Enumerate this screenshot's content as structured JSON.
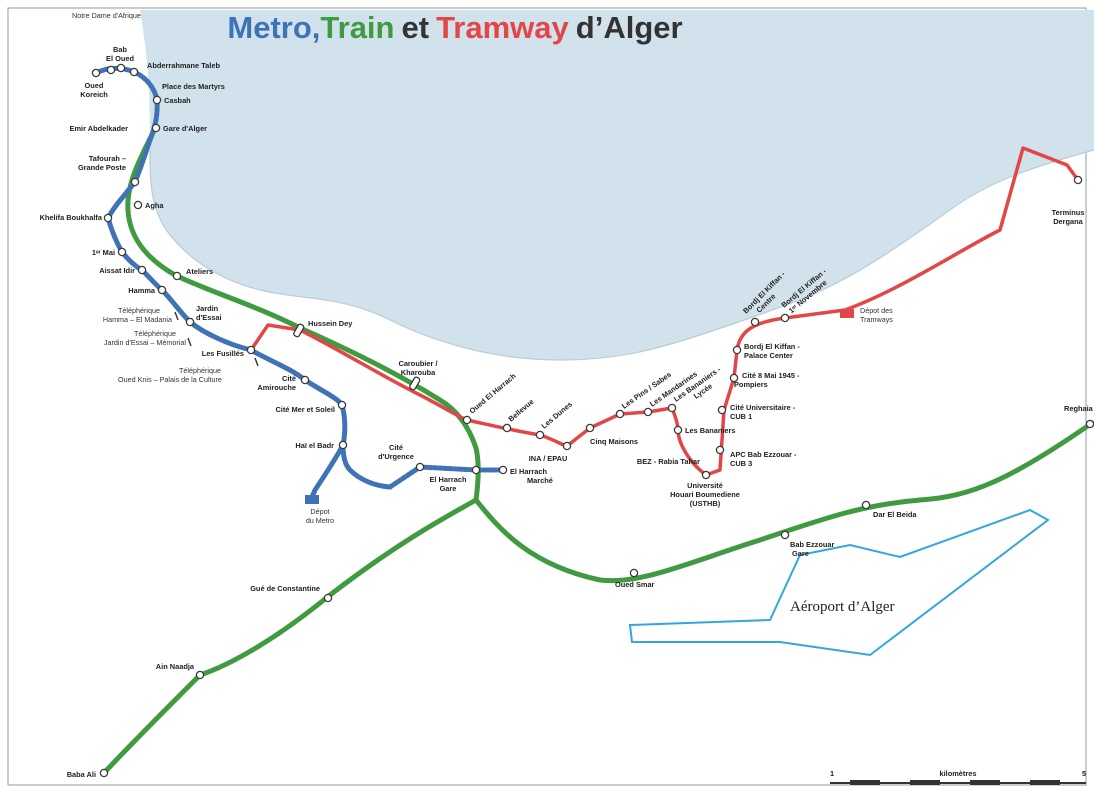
{
  "map": {
    "title_metro": "Metro,",
    "title_train": "Train",
    "title_et": "et",
    "title_tramway": "Tramway",
    "title_alger": "d’Alger",
    "corner_note": "Notre Dame d'Afrique",
    "airport": "Aéroport d’Alger",
    "depot_metro": [
      "Dépot",
      "du Metro"
    ],
    "depot_tram": [
      "Dépot des",
      "Tramways"
    ],
    "telepheriques": {
      "hamma": [
        "Téléphérique",
        "Hamma – El Madania"
      ],
      "jardin": [
        "Téléphérique",
        "Jardin d'Essai – Mémorial"
      ],
      "oued_knis": [
        "Téléphérique",
        "Oued Knis – Palais de la Culture"
      ]
    },
    "scale": {
      "start": "1",
      "unit": "kilomètres",
      "end": "5"
    },
    "colors": {
      "metro": "#3f73b6",
      "train": "#3f9a40",
      "tram": "#e24646",
      "sea": "#d2e2ec",
      "airport": "#33a6df"
    }
  },
  "labels": {
    "bab_el_oued": [
      "Bab",
      "El Oued"
    ],
    "oued_koreich": [
      "Oued",
      "Koreich"
    ],
    "abderrahmane_taleb": "Abderrahmane Taleb",
    "place_des_martyrs": "Place des Martyrs",
    "casbah": "Casbah",
    "gare_alger": "Gare d'Alger",
    "emir_abdelkader": "Emir Abdelkader",
    "tafourah": [
      "Tafourah –",
      "Grande Poste"
    ],
    "agha": "Agha",
    "khelifa": "Khelifa Boukhalfa",
    "premier_mai": "1ᵉʳ Mai",
    "aissat_idir": "Aissat Idir",
    "hamma": "Hamma",
    "ateliers": "Ateliers",
    "jardin_essai": [
      "Jardin",
      "d'Essai"
    ],
    "les_fusilles": "Les Fusillés",
    "hussein_dey": "Hussein Dey",
    "cite_amirouche": [
      "Cité",
      "Amirouche"
    ],
    "cite_mer_soleil": "Cité Mer et Soleil",
    "hai_el_badr": "Haï el Badr",
    "cite_urgence": [
      "Cité",
      "d'Urgence"
    ],
    "el_harrach_gare": [
      "El Harrach",
      "Gare"
    ],
    "el_harrach_marche": [
      "El Harrach",
      "Marché"
    ],
    "caroubier": [
      "Caroubier /",
      "Kharouba"
    ],
    "oued_el_harrach": "Oued El Harrach",
    "bellevue": "Bellevue",
    "les_dunes": "Les Dunes",
    "ina_epau": "INA / EPAU",
    "cinq_maisons": "Cinq Maisons",
    "les_pins": "Les Pins / Sabes",
    "les_mandarines": "Les Mandarines",
    "bananiers_lycee": [
      "Les Bananiers -",
      "Lycée"
    ],
    "les_bananiers": "Les Bananiers",
    "bez_rabia": "BEZ - Rabia Tahar",
    "usthb": [
      "Université",
      "Houari Boumediene",
      "(USTHB)"
    ],
    "apc_bab_ezzouar": [
      "APC Bab Ezzouar -",
      "CUB 3"
    ],
    "cite_universitaire": [
      "Cité Universitaire -",
      "CUB 1"
    ],
    "cite_8_mai": [
      "Cité 8 Mai 1945 -",
      "Pompiers"
    ],
    "bordj_palace": [
      "Bordj El Kiffan -",
      "Palace Center"
    ],
    "bordj_centre": [
      "Bordj El Kiffan -",
      "Centre"
    ],
    "bordj_novembre": [
      "Bordj El Kiffan -",
      "1ᵉʳ Novembre"
    ],
    "terminus_dergana": [
      "Terminus",
      "Dergana"
    ],
    "reghaia": "Reghaia",
    "dar_el_beida": "Dar El Beida",
    "bab_ezzouar_gare": [
      "Bab Ezzouar",
      "Gare"
    ],
    "oued_smar": "Oued Smar",
    "gue_constantine": "Gué de Constantine",
    "ain_naadja": "Ain Naadja",
    "baba_ali": "Baba Ali"
  }
}
